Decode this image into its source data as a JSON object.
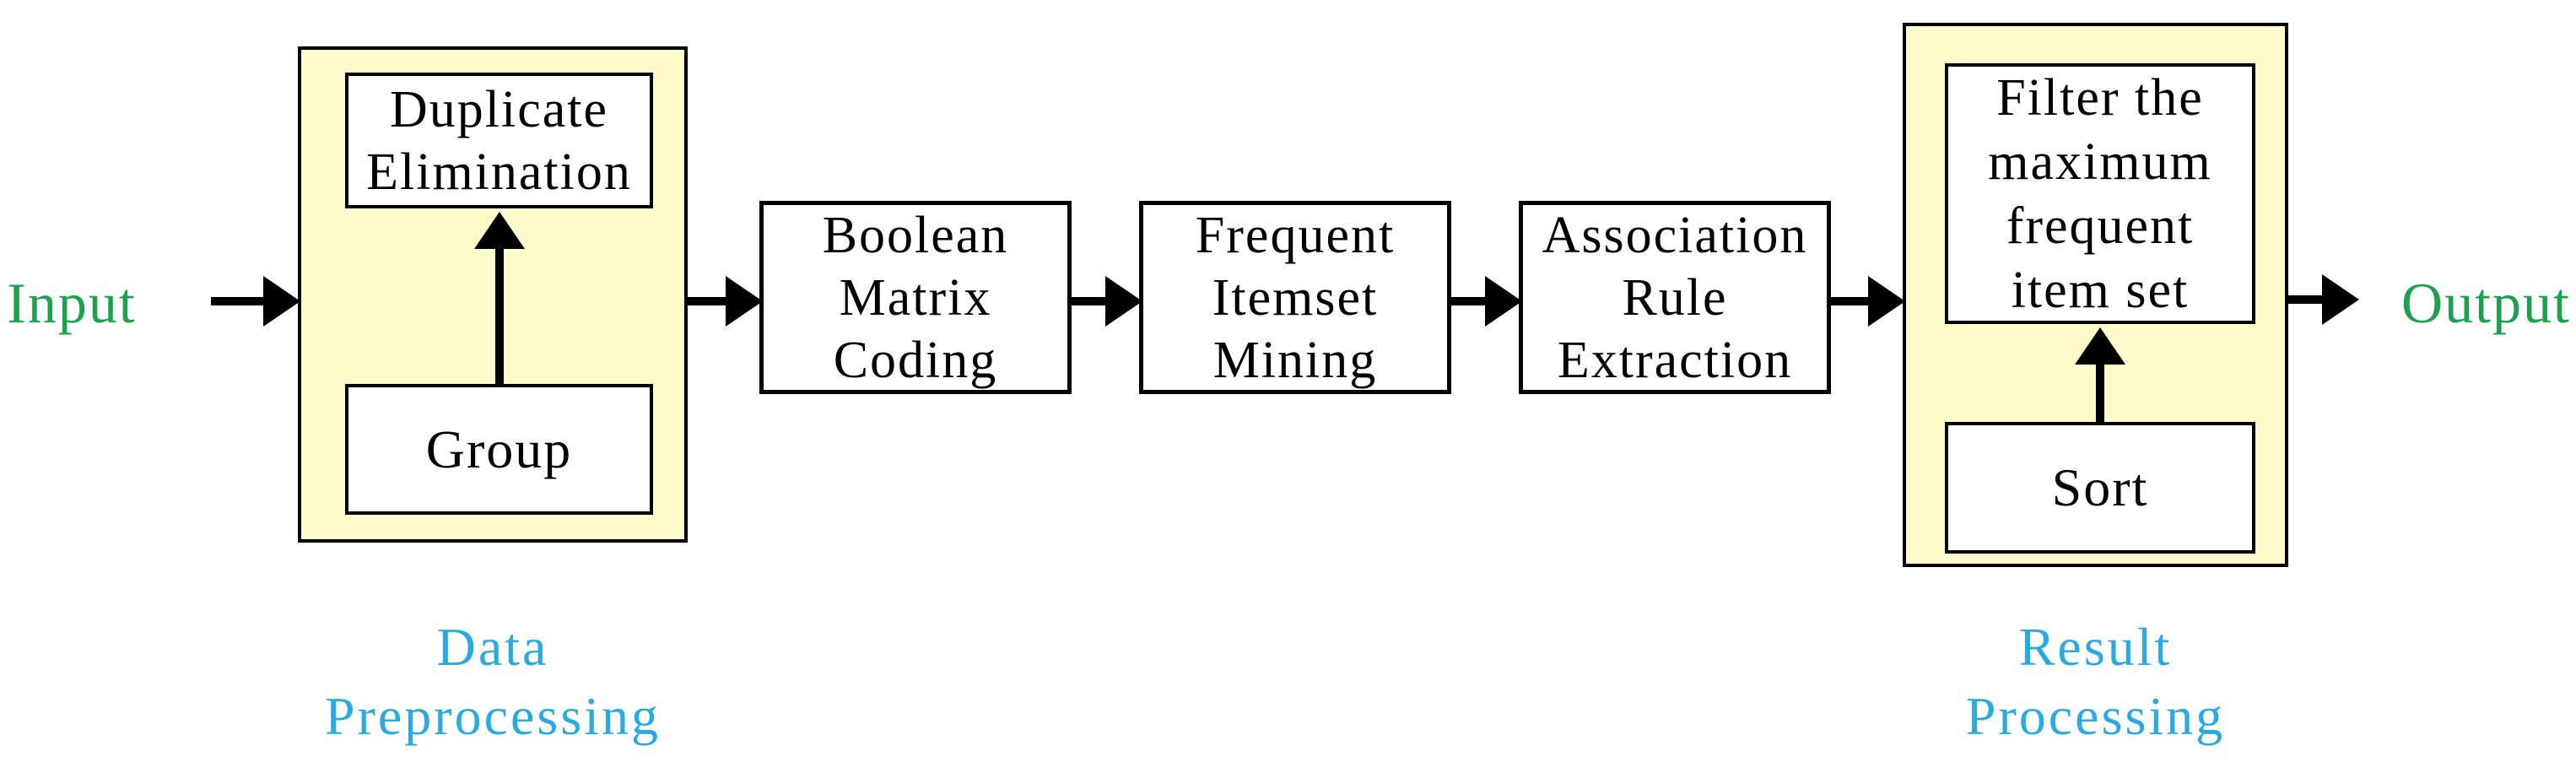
{
  "flowchart": {
    "input_label": "Input",
    "output_label": "Output",
    "stages": {
      "preprocessing": {
        "caption_line1": "Data",
        "caption_line2": "Preprocessing",
        "duplicate_line1": "Duplicate",
        "duplicate_line2": "Elimination",
        "group_label": "Group"
      },
      "pipeline": [
        {
          "line1": "Boolean",
          "line2": "Matrix",
          "line3": "Coding"
        },
        {
          "line1": "Frequent",
          "line2": "Itemset",
          "line3": "Mining"
        },
        {
          "line1": "Association",
          "line2": "Rule",
          "line3": "Extraction"
        }
      ],
      "result": {
        "caption_line1": "Result",
        "caption_line2": "Processing",
        "filter_line1": "Filter the",
        "filter_line2": "maximum",
        "filter_line3": "frequent",
        "filter_line4": "item set",
        "sort_label": "Sort"
      }
    },
    "colors": {
      "group_fill": "#fffccb",
      "border": "#000000",
      "endpoint_text": "#1ca24f",
      "caption_text": "#29abe2",
      "box_fill": "#ffffff",
      "box_text": "#000000",
      "background": "#ffffff"
    }
  }
}
